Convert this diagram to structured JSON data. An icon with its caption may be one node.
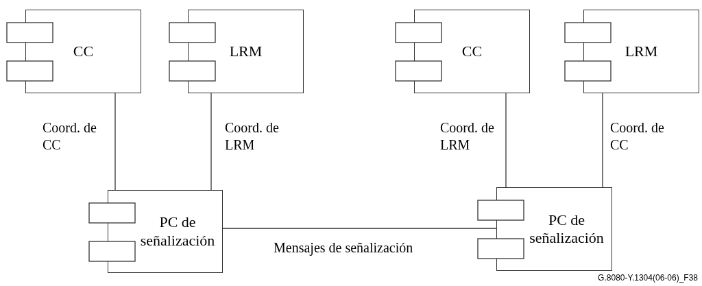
{
  "diagram": {
    "nodes": [
      {
        "text": [
          "CC"
        ]
      },
      {
        "text": [
          "LRM"
        ]
      },
      {
        "text": [
          "CC"
        ]
      },
      {
        "text": [
          "LRM"
        ]
      },
      {
        "text": [
          "PC de señalización"
        ]
      },
      {
        "text": [
          "PC de señalización"
        ]
      }
    ],
    "edges": [
      {
        "from": 0,
        "to": 4,
        "arrow": "none",
        "label": "Coord. de CC"
      },
      {
        "from": 1,
        "to": 4,
        "arrow": "none",
        "label": "Coord. de LRM"
      },
      {
        "from": 4,
        "to": 5,
        "arrow": "none",
        "label": "Mensajes de señalización"
      },
      {
        "from": 2,
        "to": 5,
        "arrow": "none",
        "label": "Coord. de LRM"
      },
      {
        "from": 3,
        "to": 5,
        "arrow": "none",
        "label": "Coord. de CC"
      }
    ],
    "labels": [
      "G.8080-Y.1304(06-06)_F38"
    ]
  }
}
